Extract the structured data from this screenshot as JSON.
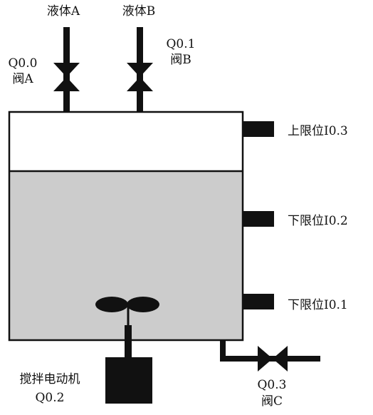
{
  "inlets": {
    "liquid_a_label": "液体A",
    "liquid_b_label": "液体B"
  },
  "valve_a": {
    "address": "Q0.0",
    "name": "阀A"
  },
  "valve_b": {
    "address": "Q0.1",
    "name": "阀B"
  },
  "valve_c": {
    "address": "Q0.3",
    "name": "阀C"
  },
  "sensors": {
    "upper_limit": "上限位I0.3",
    "lower_limit_1": "下限位I0.2",
    "lower_limit_2": "下限位I0.1"
  },
  "mixer_motor": {
    "name": "搅拌电动机",
    "address": "Q0.2"
  },
  "colors": {
    "liquid": "#cccccc",
    "line": "#111111",
    "background": "#ffffff"
  }
}
